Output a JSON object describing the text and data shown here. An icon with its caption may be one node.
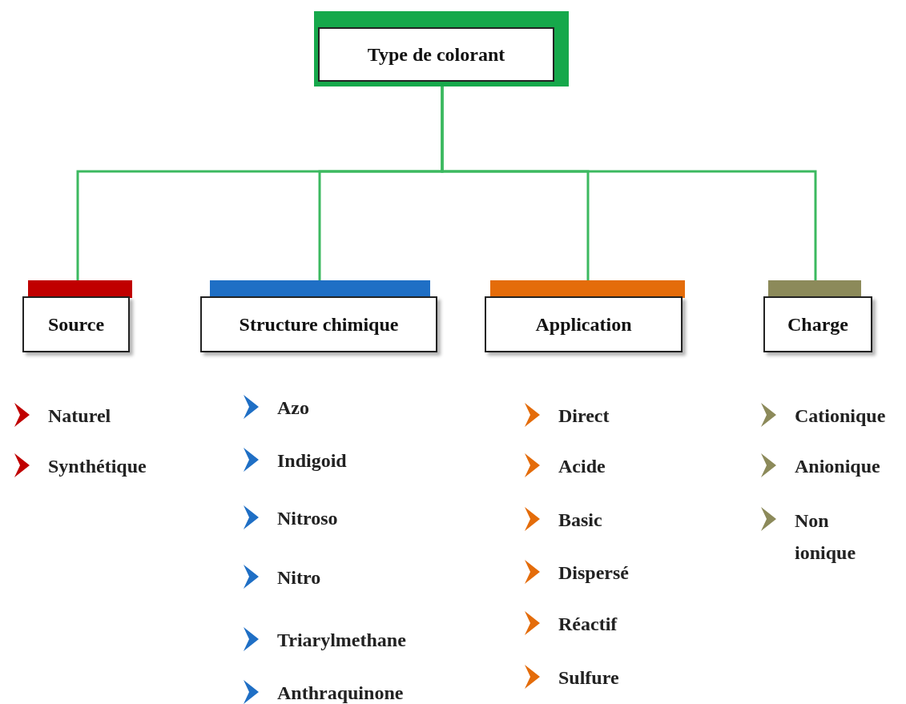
{
  "diagram": {
    "nodes": [
      {
        "text": [
          "Type de colorant"
        ]
      },
      {
        "text": [
          "Source"
        ]
      },
      {
        "text": [
          "Structure chimique"
        ]
      },
      {
        "text": [
          "Application"
        ]
      },
      {
        "text": [
          "Charge"
        ]
      }
    ],
    "edges": [
      {
        "from": 0,
        "to": 1,
        "arrow": "none"
      },
      {
        "from": 0,
        "to": 2,
        "arrow": "none"
      },
      {
        "from": 0,
        "to": 3,
        "arrow": "none"
      },
      {
        "from": 0,
        "to": 4,
        "arrow": "none"
      }
    ],
    "labels": [
      "Naturel",
      "Synthétique",
      "Azo",
      "Indigoid",
      "Nitroso",
      "Nitro",
      "Triarylmethane",
      "Anthraquinone",
      "Direct",
      "Acide",
      "Basic",
      "Dispersé",
      "Réactif",
      "Sulfure",
      "Cationique",
      "Anionique",
      "Non ionique"
    ]
  }
}
